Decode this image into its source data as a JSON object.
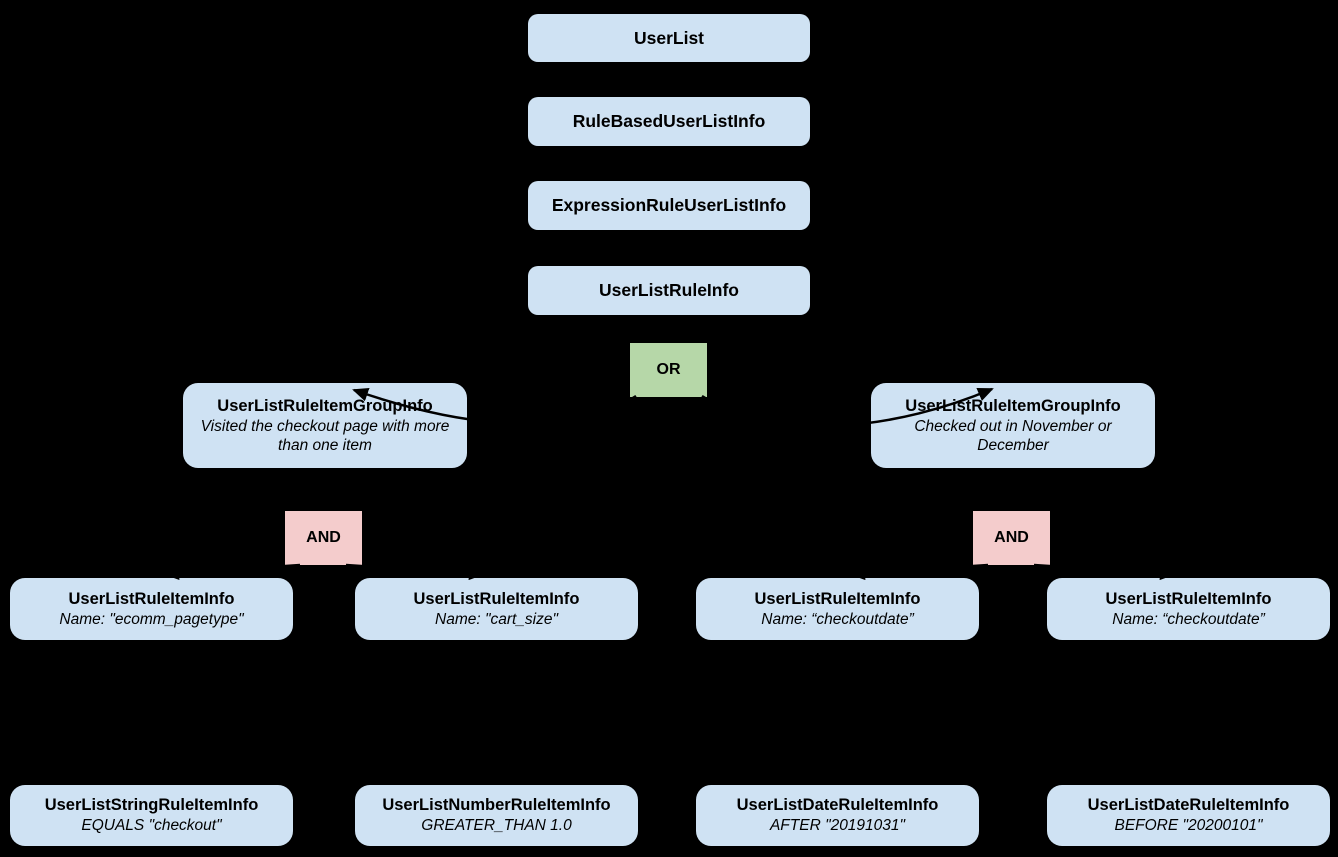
{
  "diagram": {
    "title": "UserList rule hierarchy diagram",
    "colors": {
      "bg": "#000000",
      "class_box": "#cfe2f3",
      "or_box": "#b6d7a8",
      "and_box": "#f4cccc",
      "text": "#000000",
      "connector": "#000000"
    },
    "nodes": {
      "user_list": {
        "title": "UserList"
      },
      "rule_based_user_list_info": {
        "title": "RuleBasedUserListInfo"
      },
      "expression_rule_user_list_info": {
        "title": "ExpressionRuleUserListInfo"
      },
      "user_list_rule_info": {
        "title": "UserListRuleInfo"
      },
      "or_operator": {
        "label": "OR"
      },
      "group_left": {
        "title": "UserListRuleItemGroupInfo",
        "subtitle": "Visited the checkout page with more than one item"
      },
      "group_right": {
        "title": "UserListRuleItemGroupInfo",
        "subtitle": "Checked out in November or December"
      },
      "and_left": {
        "label": "AND"
      },
      "and_right": {
        "label": "AND"
      },
      "item_ecomm_pagetype": {
        "title": "UserListRuleItemInfo",
        "subtitle": "Name: \"ecomm_pagetype\""
      },
      "item_cart_size": {
        "title": "UserListRuleItemInfo",
        "subtitle": "Name: \"cart_size\""
      },
      "item_checkoutdate_1": {
        "title": "UserListRuleItemInfo",
        "subtitle": "Name: “checkoutdate”"
      },
      "item_checkoutdate_2": {
        "title": "UserListRuleItemInfo",
        "subtitle": "Name: “checkoutdate”"
      },
      "leaf_string": {
        "title": "UserListStringRuleItemInfo",
        "subtitle": "EQUALS \"checkout\""
      },
      "leaf_number": {
        "title": "UserListNumberRuleItemInfo",
        "subtitle": "GREATER_THAN 1.0"
      },
      "leaf_date_after": {
        "title": "UserListDateRuleItemInfo",
        "subtitle": "AFTER \"20191031\""
      },
      "leaf_date_before": {
        "title": "UserListDateRuleItemInfo",
        "subtitle": "BEFORE \"20200101\""
      }
    }
  }
}
